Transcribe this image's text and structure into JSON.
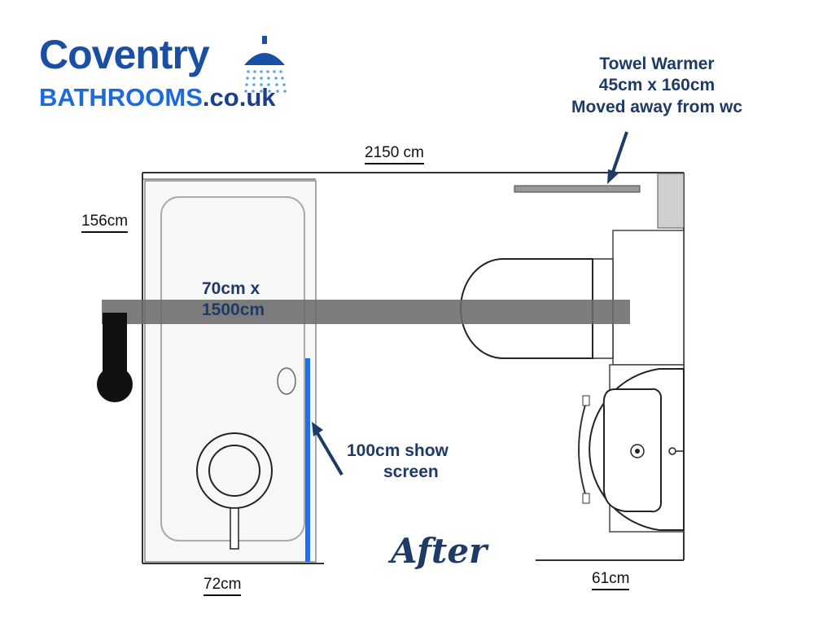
{
  "logo": {
    "line1": "Coventry",
    "line2_main": "BATHROOMS",
    "line2_suffix": ".co.uk",
    "icon": "shower-head-icon",
    "colors": {
      "primary": "#1b4fa3",
      "secondary": "#1d6bd8"
    }
  },
  "annotations": {
    "towel_warmer": {
      "line1": "Towel Warmer",
      "line2": "45cm x 160cm",
      "line3": "Moved away from wc"
    },
    "shower_screen": {
      "line1": "100cm show",
      "line2": "screen"
    },
    "overlay_bar": {
      "line1": "70cm x",
      "line2": "1500cm"
    }
  },
  "dimensions": {
    "top": "2150 cm",
    "left": "156cm",
    "bottom_left": "72cm",
    "bottom_right": "61cm"
  },
  "caption": "After",
  "colors": {
    "text_navy": "#1e3a66",
    "screen_blue": "#1a73e8",
    "overlay_grey": "#6b6b6b",
    "wall_grey": "#cfcfcf"
  }
}
